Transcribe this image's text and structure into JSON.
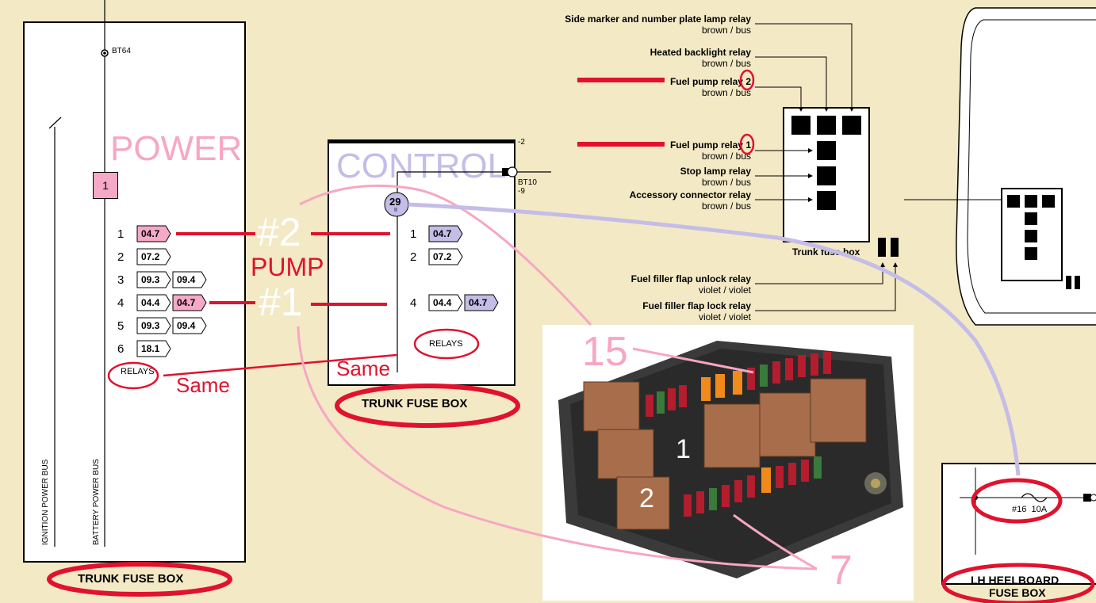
{
  "power_panel": {
    "title": "POWER",
    "connector_label": "BT64",
    "fuse_number": "1",
    "bus_labels": [
      "IGNITION POWER BUS",
      "BATTERY POWER BUS"
    ],
    "rows": [
      {
        "num": "1",
        "tags": [
          "04.7"
        ]
      },
      {
        "num": "2",
        "tags": [
          "07.2"
        ]
      },
      {
        "num": "3",
        "tags": [
          "09.3",
          "09.4"
        ]
      },
      {
        "num": "4",
        "tags": [
          "04.4",
          "04.7"
        ]
      },
      {
        "num": "5",
        "tags": [
          "09.3",
          "09.4"
        ]
      },
      {
        "num": "6",
        "tags": [
          "18.1"
        ]
      }
    ],
    "relays_label": "RELAYS",
    "caption": "TRUNK FUSE BOX"
  },
  "control_panel": {
    "title": "CONTROL",
    "top_mark": "-2",
    "connector_label": "BT10",
    "connector_sub": "-9",
    "node_number": "29",
    "node_sub": "II",
    "rows": [
      {
        "num": "1",
        "tags": [
          "04.7"
        ]
      },
      {
        "num": "2",
        "tags": [
          "07.2"
        ]
      },
      {
        "num": "4",
        "tags": [
          "04.4",
          "04.7"
        ]
      }
    ],
    "relays_label": "RELAYS",
    "caption": "TRUNK FUSE BOX"
  },
  "annotations": {
    "pump2": "#2",
    "pump_word": "PUMP",
    "pump1": "#1",
    "same_left": "Same",
    "same_right": "Same",
    "num15": "15",
    "num7": "7",
    "photo_1": "1",
    "photo_2": "2"
  },
  "relay_list": [
    {
      "name": "Side marker and number plate lamp relay",
      "wire": "brown / bus"
    },
    {
      "name": "Heated backlight relay",
      "wire": "brown / bus"
    },
    {
      "name_prefix": "Fuel pump relay ",
      "name_num": "2",
      "wire": "brown / bus"
    },
    {
      "name_prefix": "Fuel pump relay ",
      "name_num": "1",
      "wire": "brown / bus"
    },
    {
      "name": "Stop lamp relay",
      "wire": "brown / bus"
    },
    {
      "name": "Accessory connector relay",
      "wire": "brown / bus"
    },
    {
      "name": "Fuel filler flap unlock relay",
      "wire": "violet / violet"
    },
    {
      "name": "Fuel filler flap lock relay",
      "wire": "violet / violet"
    }
  ],
  "trunk_box_label": "Trunk fuse box",
  "heelboard": {
    "fuse_label": "#16  10A",
    "caption_line1": "LH HEELBOARD",
    "caption_line2": "FUSE BOX"
  },
  "colors": {
    "red": "#e0122e",
    "pink": "#f7a6c3",
    "lavender": "#c4bde8",
    "background": "#f3e9c5"
  }
}
